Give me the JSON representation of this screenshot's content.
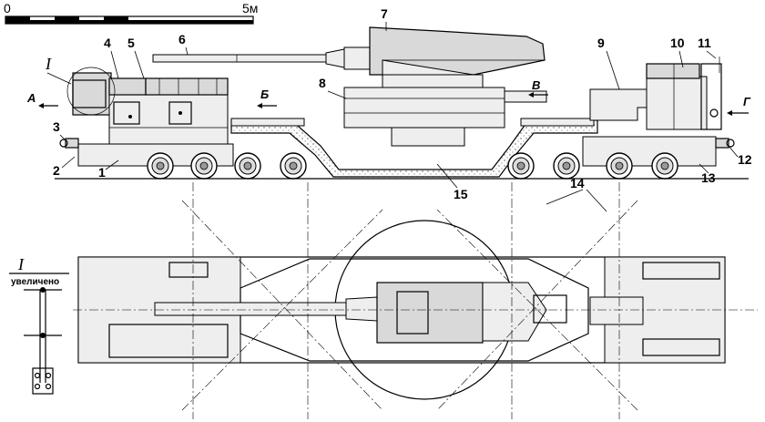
{
  "scale_bar": {
    "start": "0",
    "end": "5м"
  },
  "directions": {
    "a": "А",
    "b": "Б",
    "v": "В",
    "g": "Г"
  },
  "detail": {
    "roman": "I",
    "caption": "увеличено"
  },
  "callouts": [
    "1",
    "2",
    "3",
    "4",
    "5",
    "6",
    "7",
    "8",
    "9",
    "10",
    "11",
    "12",
    "13",
    "14",
    "15"
  ]
}
